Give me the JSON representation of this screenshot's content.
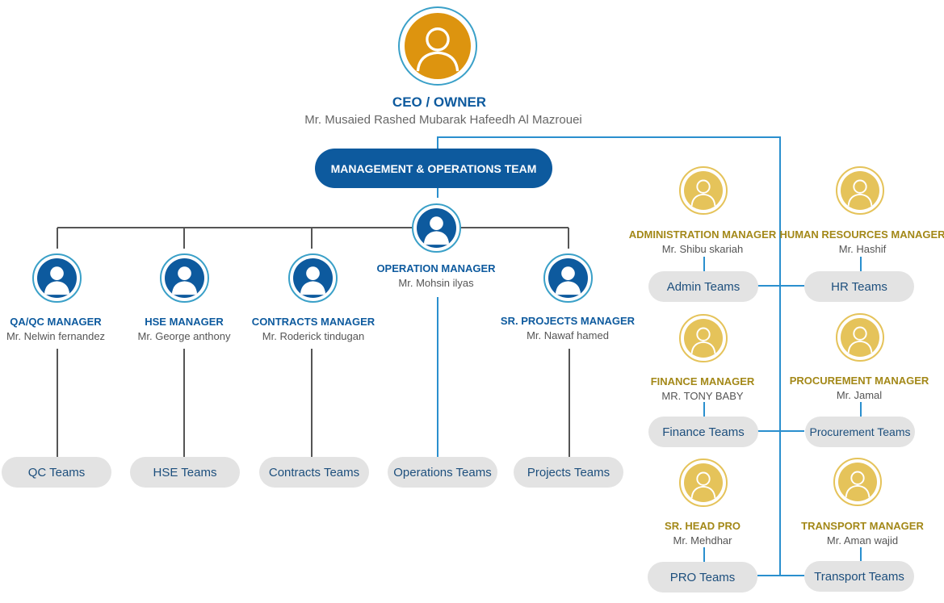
{
  "ceo": {
    "title": "CEO / OWNER",
    "name": "Mr. Musaied Rashed Mubarak Hafeedh Al Mazrouei"
  },
  "management_team": "MANAGEMENT & OPERATIONS TEAM",
  "operations": {
    "operation_manager": {
      "title": "OPERATION MANAGER",
      "name": "Mr. Mohsin ilyas"
    },
    "managers": [
      {
        "title": "QA/QC MANAGER",
        "name": "Mr. Nelwin fernandez",
        "team": "QC Teams"
      },
      {
        "title": "HSE MANAGER",
        "name": "Mr. George anthony",
        "team": "HSE Teams"
      },
      {
        "title": "CONTRACTS MANAGER",
        "name": "Mr. Roderick tindugan",
        "team": "Contracts Teams"
      },
      {
        "title": "",
        "name": "",
        "team": "Operations Teams"
      },
      {
        "title": "SR. PROJECTS MANAGER",
        "name": "Mr. Nawaf hamed",
        "team": "Projects Teams"
      }
    ]
  },
  "support": [
    {
      "title": "ADMINISTRATION MANAGER",
      "name": "Mr. Shibu skariah",
      "team": "Admin Teams"
    },
    {
      "title": "HUMAN RESOURCES MANAGER",
      "name": "Mr. Hashif",
      "team": "HR Teams"
    },
    {
      "title": "FINANCE MANAGER",
      "name": "MR. TONY BABY",
      "team": "Finance Teams"
    },
    {
      "title": "PROCUREMENT MANAGER",
      "name": "Mr. Jamal",
      "team": "Procurement Teams"
    },
    {
      "title": "SR. HEAD PRO",
      "name": "Mr. Mehdhar",
      "team": "PRO Teams"
    },
    {
      "title": "TRANSPORT MANAGER",
      "name": "Mr. Aman wajid",
      "team": "Transport Teams"
    }
  ],
  "colors": {
    "blue": "#0d5a9e",
    "ceo_orange": "#dd940f",
    "gold": "#e5c35a",
    "ring": "#3aa0c8",
    "line_grey": "#555555",
    "line_blue": "#2a8fce"
  },
  "icons": {
    "person": "person-silhouette-icon"
  }
}
